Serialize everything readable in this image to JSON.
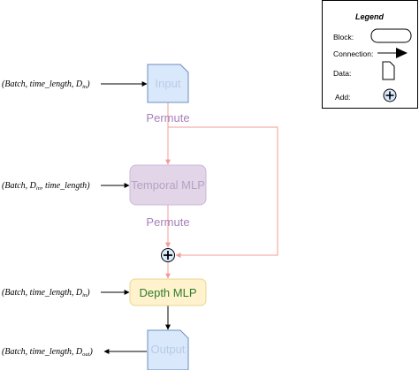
{
  "legend": {
    "title": "Legend",
    "block_label": "Block:",
    "connection_label": "Connection:",
    "data_label": "Data:",
    "add_label": "Add:"
  },
  "blocks": {
    "input_label": "Input",
    "temporal_mlp_label": "Temporal MLP",
    "depth_mlp_label": "Depth MLP",
    "output_label": "Output"
  },
  "operations": {
    "permute_top": "Permute",
    "permute_bottom": "Permute"
  },
  "shapes": {
    "input": {
      "open": "(",
      "p1": "Batch",
      "sep1": ", ",
      "p2": "time_length",
      "sep2": ", ",
      "p3_base": "D",
      "p3_sub": "in",
      "close": ")"
    },
    "temporal": {
      "open": "(",
      "p1": "Batch",
      "sep1": ", ",
      "p2_base": "D",
      "p2_sub": "in",
      "sep2": ", ",
      "p3": "time_length",
      "close": ")"
    },
    "depth": {
      "open": "(",
      "p1": "Batch",
      "sep1": ", ",
      "p2": "time_length",
      "sep2": ", ",
      "p3_base": "D",
      "p3_sub": "in",
      "close": ")"
    },
    "output": {
      "open": "(",
      "p1": "Batch",
      "sep1": ", ",
      "p2": "time_length",
      "sep2": ", ",
      "p3_base": "D",
      "p3_sub": "out",
      "close": ")"
    }
  },
  "colors": {
    "input_fill": "#dae8fc",
    "input_stroke": "#6c8ebf",
    "input_text": "#b8cbe6",
    "temporal_fill": "#e1d5e7",
    "temporal_stroke": "#cdb8da",
    "temporal_text": "#b7a2c5",
    "depth_fill": "#fff2cc",
    "depth_stroke": "#e8d795",
    "depth_text": "#2e7d32",
    "permute_text": "#a680b8",
    "residual_line": "#f19c99",
    "arrow_black": "#000000"
  }
}
